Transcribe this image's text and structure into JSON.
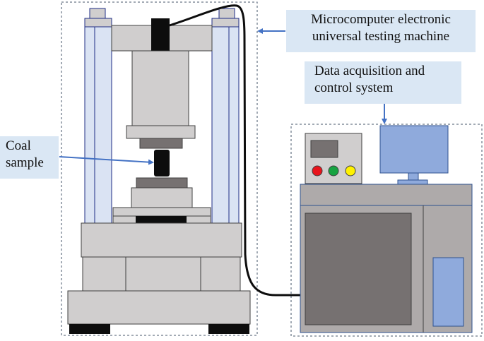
{
  "labels": {
    "machine": {
      "line1": "Microcomputer electronic",
      "line2": "universal testing machine"
    },
    "daq": {
      "line1": "Data acquisition and",
      "line2": "control system"
    },
    "coal": {
      "line1": "Coal",
      "line2": "sample"
    }
  },
  "indicator_lights": [
    {
      "name": "red",
      "color": "#e8141c"
    },
    {
      "name": "green",
      "color": "#17a341"
    },
    {
      "name": "yellow",
      "color": "#fff200"
    }
  ],
  "colors": {
    "frame_gray": "#d0cece",
    "column_blue": "#dae3f3",
    "column_edge": "#1f2e86",
    "dark_gray": "#767171",
    "cabinet_gray": "#aeaaaa",
    "monitor_blue": "#8faadc",
    "arrow_blue": "#4472c4",
    "callout_bg": "#dae7f4"
  }
}
